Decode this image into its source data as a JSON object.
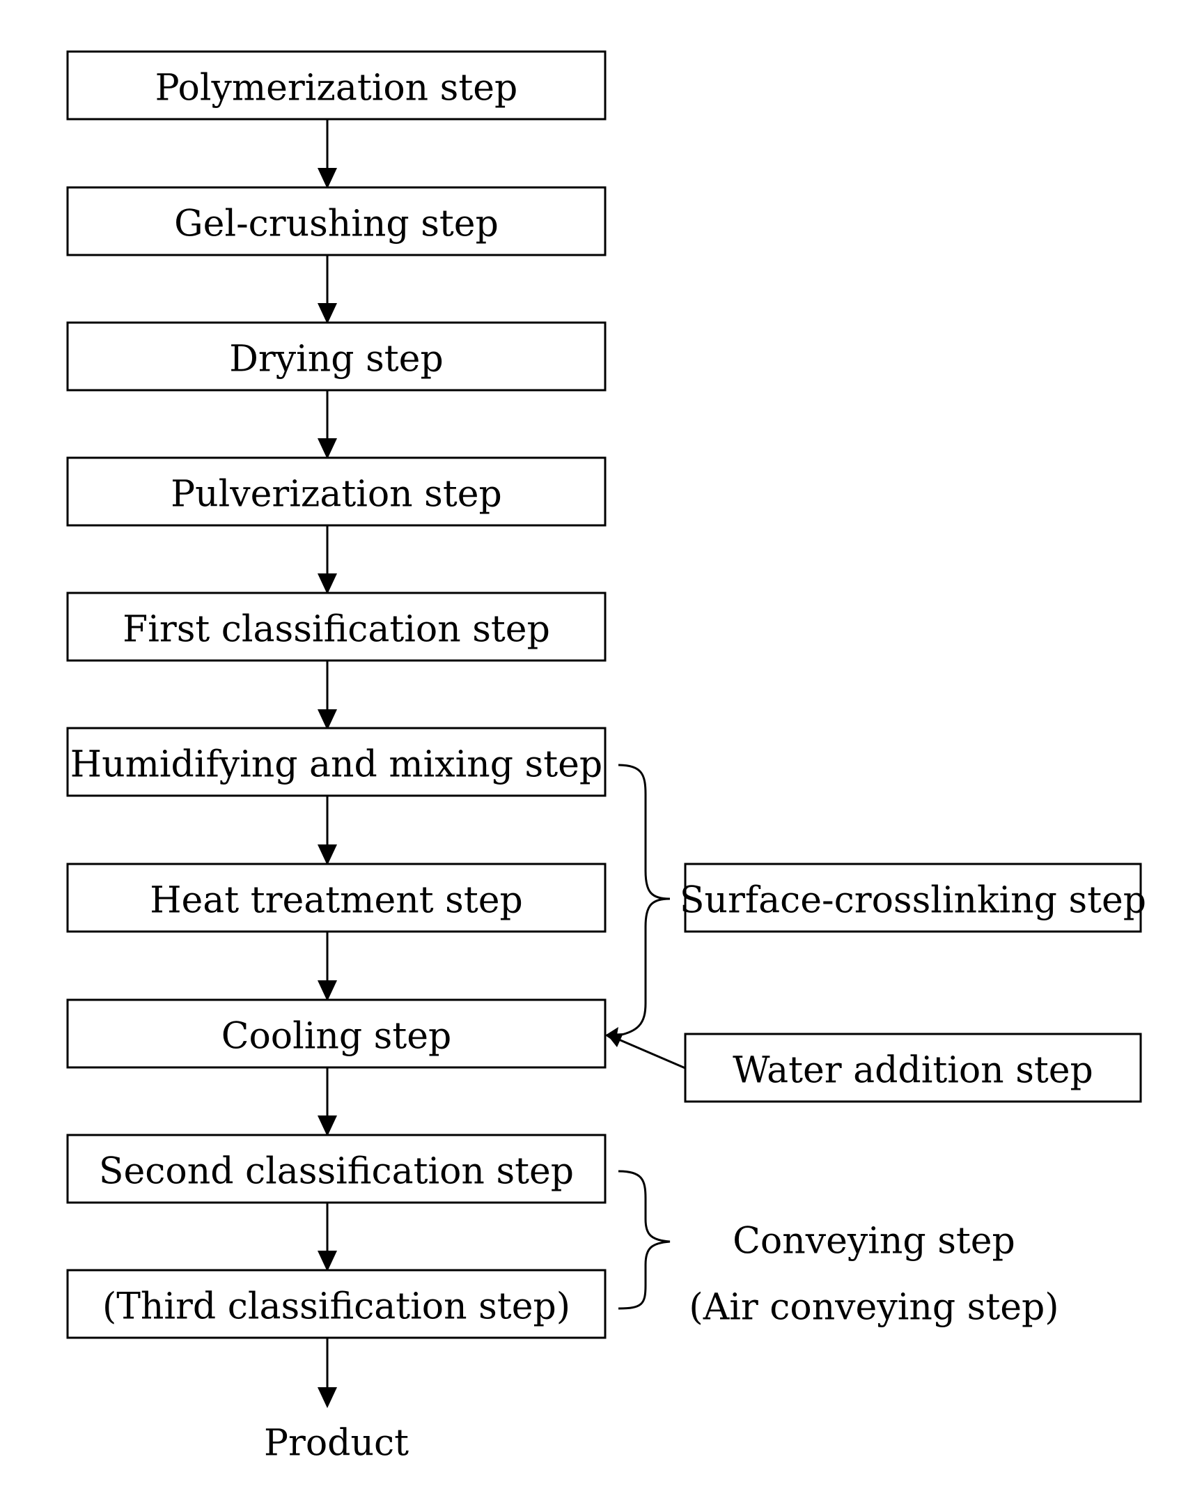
{
  "steps": [
    "Polymerization step",
    "Gel-crushing step",
    "Drying step",
    "Pulverization step",
    "First classification step",
    "Humidifying and mixing step",
    "Heat treatment step",
    "Cooling step",
    "Second classification step",
    "(Third classification step)"
  ],
  "side_boxes": {
    "surface_crosslinking": "Surface-crosslinking step",
    "water_addition": "Water addition step"
  },
  "conveying": {
    "line1": "Conveying step",
    "line2": "(Air conveying step)"
  },
  "product": "Product",
  "colors": {
    "stroke": "#000000",
    "background": "#ffffff"
  }
}
